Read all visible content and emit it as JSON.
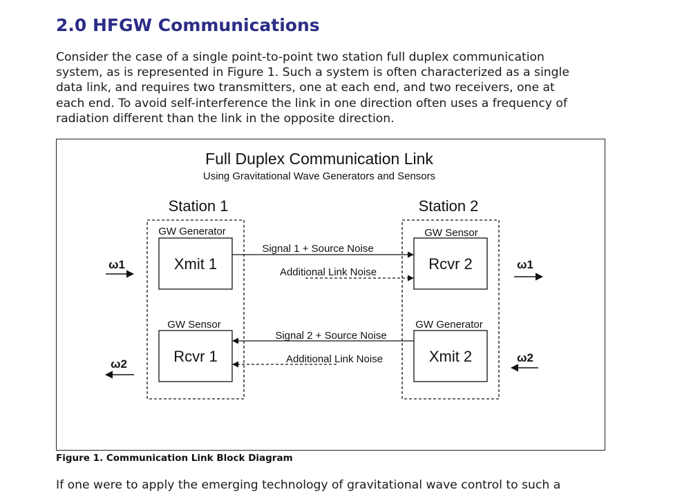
{
  "heading": "2.0 HFGW Communications",
  "paragraph_lines": [
    "Consider the case of a single point-to-point two station full duplex communication",
    "system, as is represented in Figure 1. Such a system is often characterized as a single",
    "data link, and requires two transmitters, one at each end, and two receivers, one at",
    "each end. To avoid self-interference the link in one direction often uses a frequency of",
    "radiation different than the link in the opposite direction."
  ],
  "diagram": {
    "title": "Full Duplex Communication Link",
    "subtitle": "Using Gravitational Wave Generators and Sensors",
    "station1": {
      "label": "Station 1",
      "top_group": "GW Generator",
      "top_box": "Xmit 1",
      "bottom_group": "GW Sensor",
      "bottom_box": "Rcvr 1"
    },
    "station2": {
      "label": "Station 2",
      "top_group": "GW Sensor",
      "top_box": "Rcvr 2",
      "bottom_group": "GW Generator",
      "bottom_box": "Xmit 2"
    },
    "links": {
      "signal1": "Signal 1 + Source Noise",
      "noise1": "Additional Link Noise",
      "signal2": "Signal 2 + Source Noise",
      "noise2": "Additional Link Noise"
    },
    "freq": {
      "left_top": "ω1",
      "right_top": "ω1",
      "left_bottom": "ω2",
      "right_bottom": "ω2"
    }
  },
  "caption": "Figure 1. Communication Link Block Diagram",
  "cutoff_line": "If one were to apply the emerging technology of gravitational wave control to such a"
}
